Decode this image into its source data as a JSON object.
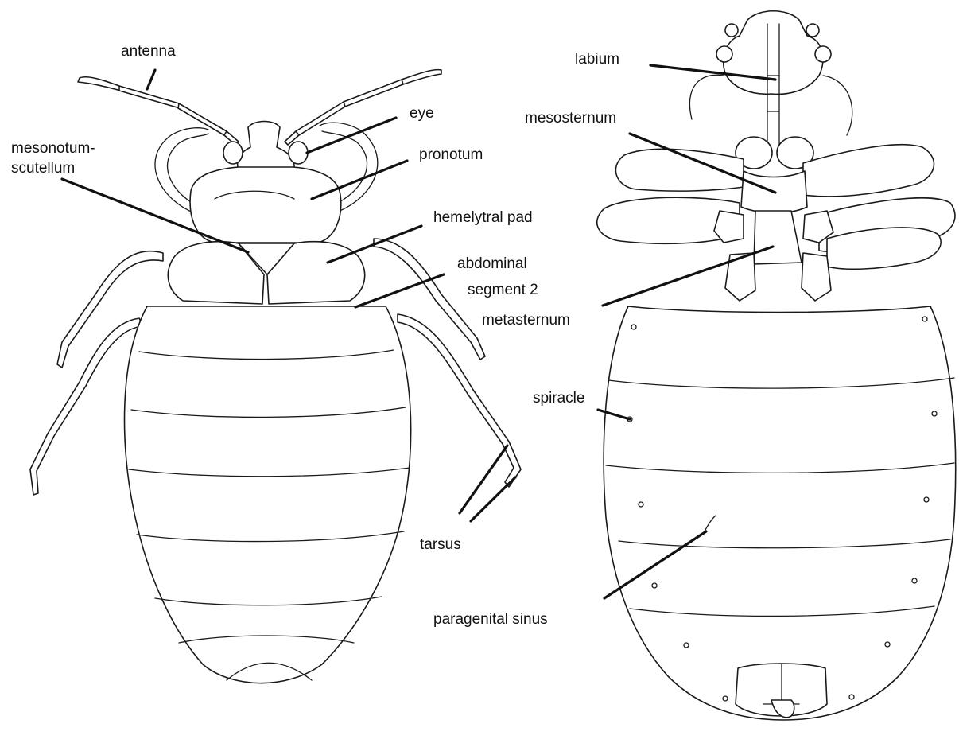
{
  "labels": {
    "antenna": "antenna",
    "eye": "eye",
    "mesonotum_line1": "mesonotum-",
    "mesonotum_line2": "scutellum",
    "pronotum": "pronotum",
    "hemelytral_pad": "hemelytral pad",
    "abdominal_line1": "abdominal",
    "abdominal_line2": "segment 2",
    "tarsus": "tarsus",
    "labium": "labium",
    "mesosternum": "mesosternum",
    "metasternum": "metasternum",
    "spiracle": "spiracle",
    "paragenital_sinus": "paragenital sinus"
  }
}
